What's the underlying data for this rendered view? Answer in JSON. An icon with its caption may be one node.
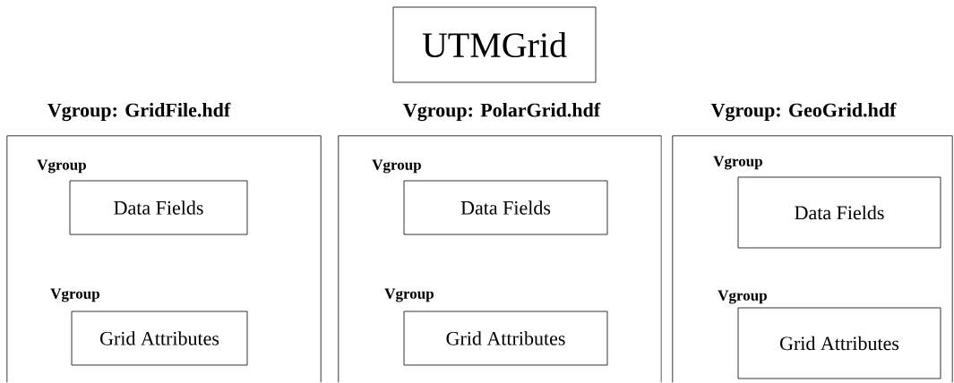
{
  "diagram": {
    "nodes": [
      {
        "text": [
          "UTMGrid"
        ]
      },
      {
        "text": [
          "Vgroup: GridFile.hdf"
        ]
      },
      {
        "text": [
          "Vgroup",
          "Data Fields"
        ],
        "in": 1
      },
      {
        "text": [
          "Vgroup",
          "Grid Attributes"
        ],
        "in": 1
      },
      {
        "text": [
          "Vgroup: PolarGrid.hdf"
        ]
      },
      {
        "text": [
          "Vgroup",
          "Data Fields"
        ],
        "in": 4
      },
      {
        "text": [
          "Vgroup",
          "Grid Attributes"
        ],
        "in": 4
      },
      {
        "text": [
          "Vgroup: GeoGrid.hdf"
        ]
      },
      {
        "text": [
          "Vgroup",
          "Data Fields"
        ],
        "in": 7
      },
      {
        "text": [
          "Vgroup",
          "Grid Attributes"
        ],
        "in": 7
      }
    ]
  }
}
